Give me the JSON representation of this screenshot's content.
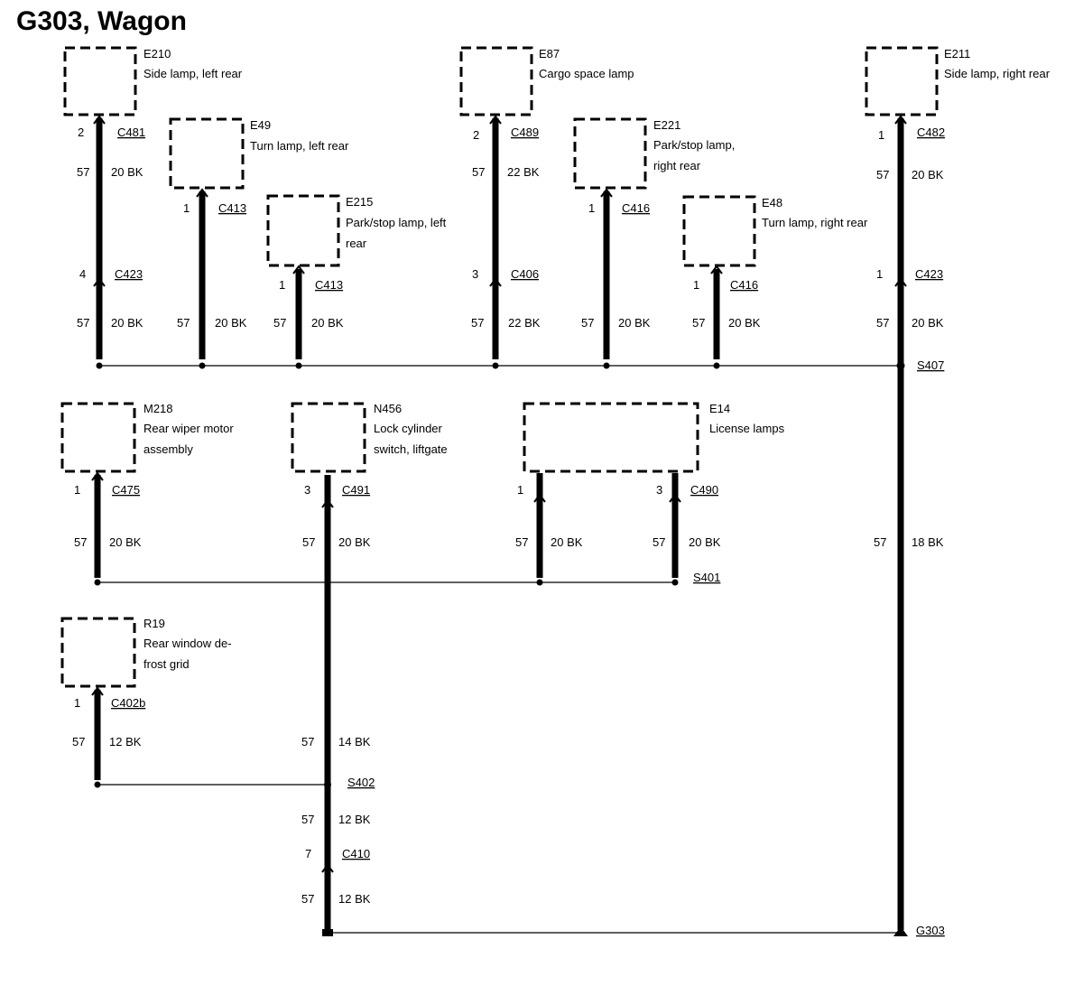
{
  "title": "G303, Wagon",
  "components": [
    {
      "id": "E210",
      "desc1": "Side lamp, left rear",
      "desc2": ""
    },
    {
      "id": "E49",
      "desc1": "Turn lamp, left rear",
      "desc2": ""
    },
    {
      "id": "E215",
      "desc1": "Park/stop lamp, left",
      "desc2": "rear"
    },
    {
      "id": "E87",
      "desc1": "Cargo space lamp",
      "desc2": ""
    },
    {
      "id": "E221",
      "desc1": "Park/stop lamp,",
      "desc2": "right rear"
    },
    {
      "id": "E48",
      "desc1": "Turn lamp, right rear",
      "desc2": ""
    },
    {
      "id": "E211",
      "desc1": "Side lamp, right rear",
      "desc2": ""
    },
    {
      "id": "M218",
      "desc1": "Rear wiper motor",
      "desc2": "assembly"
    },
    {
      "id": "N456",
      "desc1": "Lock cylinder",
      "desc2": "switch, liftgate"
    },
    {
      "id": "E14",
      "desc1": "License lamps",
      "desc2": ""
    },
    {
      "id": "R19",
      "desc1": "Rear window de-",
      "desc2": "frost grid"
    }
  ],
  "connectors": {
    "e210": {
      "pin": "2",
      "name": "C481"
    },
    "e210b": {
      "pin": "4",
      "name": "C423"
    },
    "e49": {
      "pin": "1",
      "name": "C413"
    },
    "e215": {
      "pin": "1",
      "name": "C413"
    },
    "e87": {
      "pin": "2",
      "name": "C489"
    },
    "e87b": {
      "pin": "3",
      "name": "C406"
    },
    "e221": {
      "pin": "1",
      "name": "C416"
    },
    "e48": {
      "pin": "1",
      "name": "C416"
    },
    "e211": {
      "pin": "1",
      "name": "C482"
    },
    "e211b": {
      "pin": "1",
      "name": "C423"
    },
    "m218": {
      "pin": "1",
      "name": "C475"
    },
    "n456": {
      "pin": "3",
      "name": "C491"
    },
    "e14a": {
      "pin": "1",
      "name": ""
    },
    "e14b": {
      "pin": "3",
      "name": "C490"
    },
    "r19": {
      "pin": "1",
      "name": "C402b"
    },
    "c410": {
      "pin": "7",
      "name": "C410"
    }
  },
  "wires": {
    "w1": {
      "circuit": "57",
      "spec": "20 BK"
    },
    "w2": {
      "circuit": "57",
      "spec": "20 BK"
    },
    "w3": {
      "circuit": "57",
      "spec": "22 BK"
    },
    "w4": {
      "circuit": "57",
      "spec": "20 BK"
    },
    "w5": {
      "circuit": "57",
      "spec": "20 BK"
    },
    "w6": {
      "circuit": "57",
      "spec": "20 BK"
    },
    "w7": {
      "circuit": "57",
      "spec": "20 BK"
    },
    "w8": {
      "circuit": "57",
      "spec": "22 BK"
    },
    "w9": {
      "circuit": "57",
      "spec": "20 BK"
    },
    "w10": {
      "circuit": "57",
      "spec": "20 BK"
    },
    "w11": {
      "circuit": "57",
      "spec": "20 BK"
    },
    "w12": {
      "circuit": "57",
      "spec": "20 BK"
    },
    "w13": {
      "circuit": "57",
      "spec": "20 BK"
    },
    "w14": {
      "circuit": "57",
      "spec": "20 BK"
    },
    "w15": {
      "circuit": "57",
      "spec": "20 BK"
    },
    "w16": {
      "circuit": "57",
      "spec": "20 BK"
    },
    "w17": {
      "circuit": "57",
      "spec": "18 BK"
    },
    "w18": {
      "circuit": "57",
      "spec": "12 BK"
    },
    "w19": {
      "circuit": "57",
      "spec": "14 BK"
    },
    "w20": {
      "circuit": "57",
      "spec": "12 BK"
    },
    "w21": {
      "circuit": "57",
      "spec": "12 BK"
    }
  },
  "splices": {
    "s407": "S407",
    "s401": "S401",
    "s402": "S402"
  },
  "ground": "G303"
}
